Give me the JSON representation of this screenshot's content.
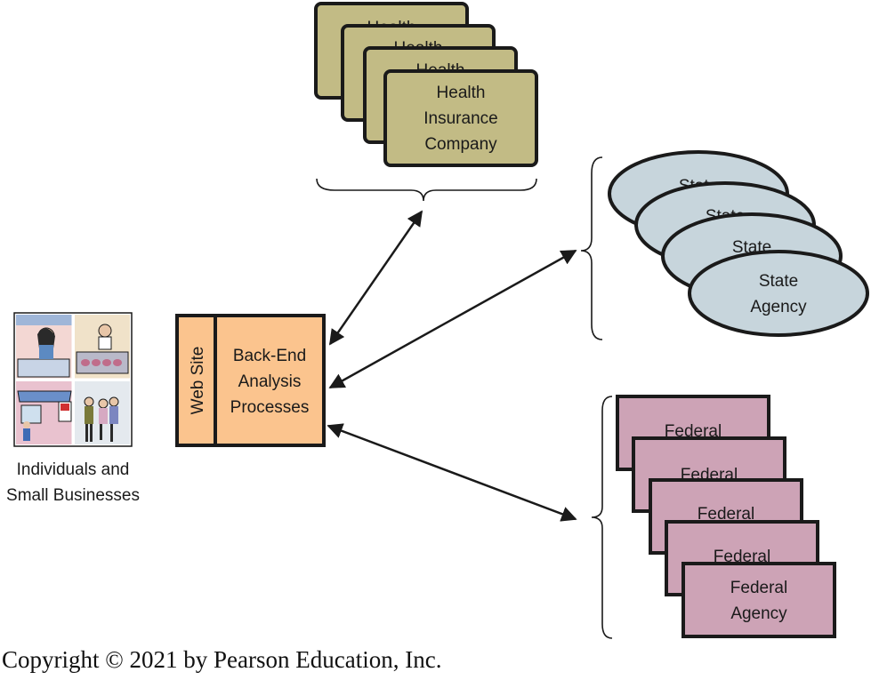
{
  "colors": {
    "insurance_fill": "#c2bb85",
    "state_fill": "#c7d5dc",
    "federal_fill": "#cda3b6",
    "website_fill": "#fbc48e",
    "outline": "#1a1a1a"
  },
  "insurance": {
    "stack_label": "Health",
    "front_lines": [
      "Health",
      "Insurance",
      "Company"
    ]
  },
  "state": {
    "stack_label": "State",
    "front_lines": [
      "State",
      "Agency"
    ]
  },
  "federal": {
    "stack_label": "Federal",
    "front_lines": [
      "Federal",
      "Agency"
    ]
  },
  "website": {
    "side_label": "Web Site",
    "lines": [
      "Back-End",
      "Analysis",
      "Processes"
    ]
  },
  "people": {
    "lines": [
      "Individuals and",
      "Small Businesses"
    ],
    "icon": "people-business-illustration"
  },
  "copyright": "Copyright © 2021 by Pearson Education, Inc."
}
